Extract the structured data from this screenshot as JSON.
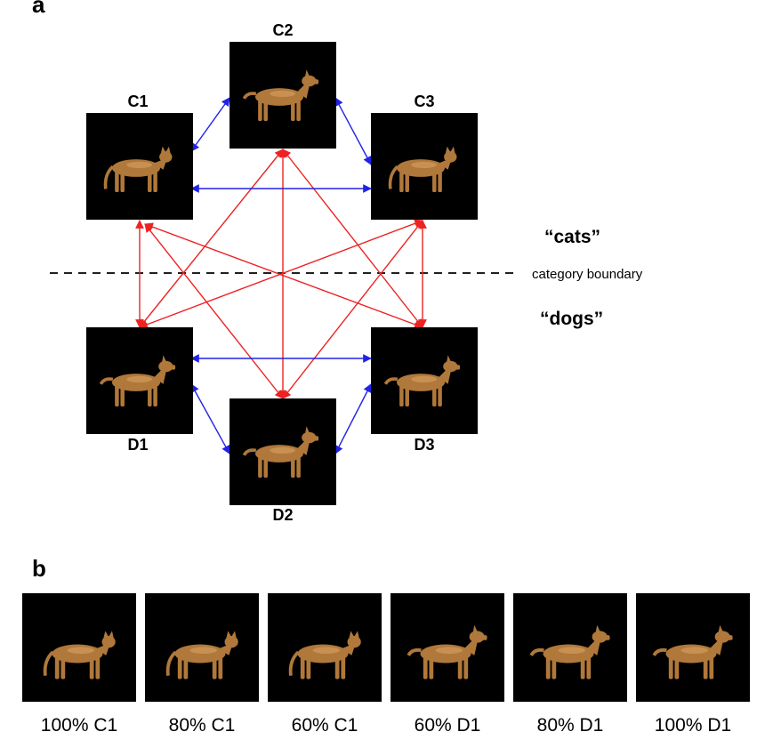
{
  "panels": {
    "a": "a",
    "b": "b"
  },
  "categories": {
    "cats": "“cats”",
    "dogs": "“dogs”",
    "boundary": "category boundary"
  },
  "nodes": {
    "C1": {
      "label": "C1",
      "animal": "cat"
    },
    "C2": {
      "label": "C2",
      "animal": "dog"
    },
    "C3": {
      "label": "C3",
      "animal": "cat"
    },
    "D1": {
      "label": "D1",
      "animal": "dog"
    },
    "D2": {
      "label": "D2",
      "animal": "dog"
    },
    "D3": {
      "label": "D3",
      "animal": "dog"
    }
  },
  "within_category_links": [
    [
      "C1",
      "C2"
    ],
    [
      "C2",
      "C3"
    ],
    [
      "C1",
      "C3"
    ],
    [
      "D1",
      "D2"
    ],
    [
      "D2",
      "D3"
    ],
    [
      "D1",
      "D3"
    ]
  ],
  "between_category_links": [
    [
      "C1",
      "D1"
    ],
    [
      "C1",
      "D2"
    ],
    [
      "C1",
      "D3"
    ],
    [
      "C2",
      "D1"
    ],
    [
      "C2",
      "D2"
    ],
    [
      "C2",
      "D3"
    ],
    [
      "C3",
      "D1"
    ],
    [
      "C3",
      "D2"
    ],
    [
      "C3",
      "D3"
    ]
  ],
  "colors": {
    "within": "#2222e6",
    "between": "#ee2222",
    "boundary": "#000000",
    "image_background": "#000000",
    "animal": "#b0783a"
  },
  "morph_sequence": [
    {
      "label": "100% C1",
      "cat_fraction": 1.0
    },
    {
      "label": "80% C1",
      "cat_fraction": 0.8
    },
    {
      "label": "60% C1",
      "cat_fraction": 0.6
    },
    {
      "label": "60% D1",
      "cat_fraction": 0.4
    },
    {
      "label": "80% D1",
      "cat_fraction": 0.2
    },
    {
      "label": "100% D1",
      "cat_fraction": 0.0
    }
  ]
}
